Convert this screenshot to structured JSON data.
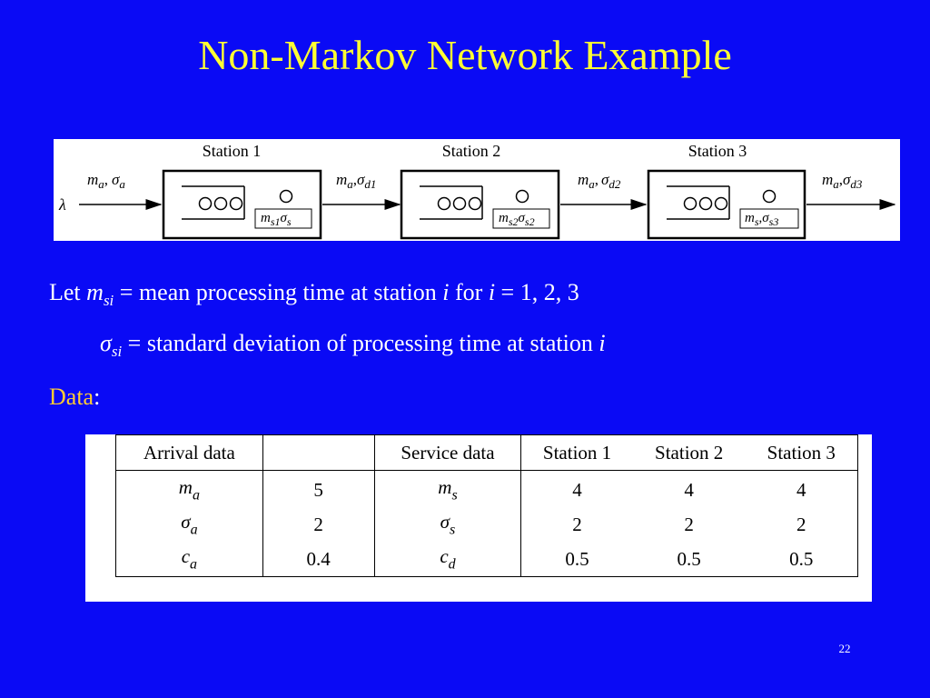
{
  "title": "Non-Markov Network Example",
  "diagram": {
    "stations": [
      "Station 1",
      "Station 2",
      "Station 3"
    ],
    "input_rate": "λ",
    "flow_labels": [
      {
        "m": "m",
        "m_sub": "a",
        "sep": ",",
        "s": "σ",
        "s_sub": "a"
      },
      {
        "m": "m",
        "m_sub": "a",
        "sep": ",",
        "s": "σ",
        "s_sub": "d1"
      },
      {
        "m": "m",
        "m_sub": "a",
        "sep": ",",
        "s": "σ",
        "s_sub": "d2"
      },
      {
        "m": "m",
        "m_sub": "a",
        "sep": ",",
        "s": "σ",
        "s_sub": "d3"
      }
    ],
    "server_labels": [
      {
        "m": "m",
        "m_sub": "s1",
        "s": "σ",
        "s_sub": "s"
      },
      {
        "m": "m",
        "m_sub": "s2",
        "s": "σ",
        "s_sub": "s2"
      },
      {
        "m": "m",
        "m_sub": "s",
        "sep": ",",
        "s": "σ",
        "s_sub": "s3"
      }
    ]
  },
  "definitions": {
    "line1": {
      "let": "Let",
      "sym": "m",
      "sym_sub": "si",
      "text": "= mean processing time at station",
      "i": "i",
      "for": "for",
      "i2": "i",
      "range": "= 1, 2, 3"
    },
    "line2": {
      "sym": "σ",
      "sym_sub": "si",
      "text": "= standard deviation of processing time at station",
      "i": "i"
    },
    "line3": {
      "label": "Data",
      "colon": ":"
    }
  },
  "table": {
    "headers": [
      "Arrival data",
      "",
      "Service data",
      "Station 1",
      "Station 2",
      "Station 3"
    ],
    "rows": [
      {
        "arr_sym": "m",
        "arr_sub": "a",
        "arr_val": "5",
        "svc_sym": "m",
        "svc_sub": "s",
        "vals": [
          "4",
          "4",
          "4"
        ]
      },
      {
        "arr_sym": "σ",
        "arr_sub": "a",
        "arr_val": "2",
        "svc_sym": "σ",
        "svc_sub": "s",
        "vals": [
          "2",
          "2",
          "2"
        ]
      },
      {
        "arr_sym": "c",
        "arr_sub": "a",
        "arr_val": "0.4",
        "svc_sym": "c",
        "svc_sub": "d",
        "vals": [
          "0.5",
          "0.5",
          "0.5"
        ]
      }
    ]
  },
  "page_number": "22",
  "colors": {
    "background": "#0a0af5",
    "title": "#ffff33",
    "data_label": "#ffcc33"
  }
}
